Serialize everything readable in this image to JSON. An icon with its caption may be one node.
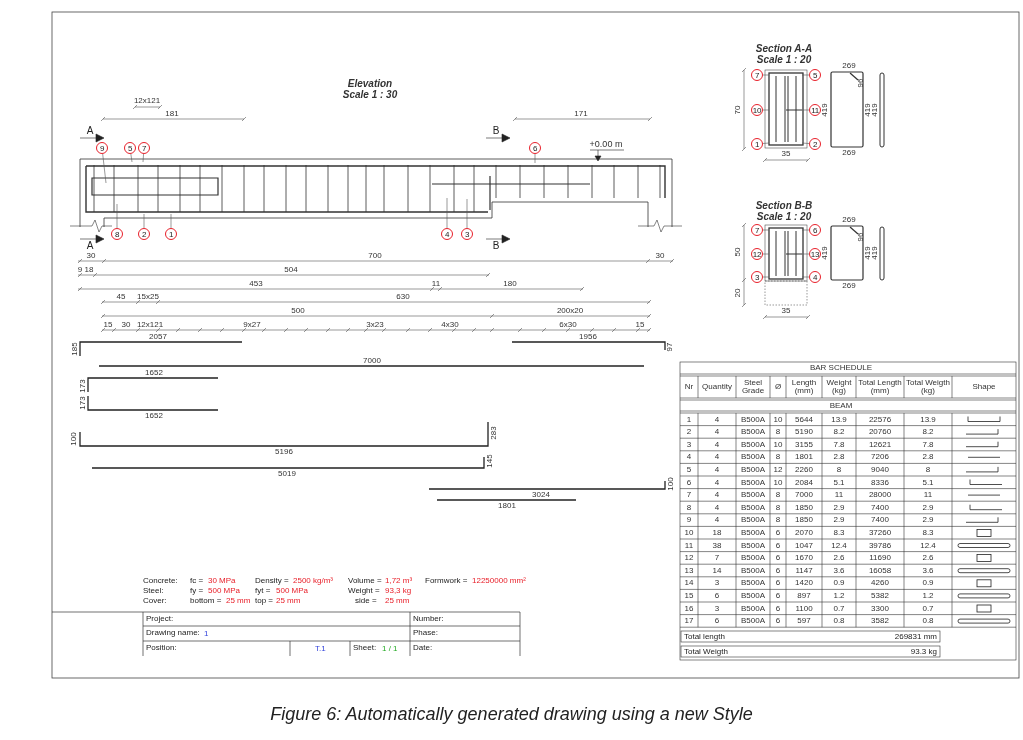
{
  "diagram": {
    "caption": "Figure 6: Automatically generated drawing using a new Style",
    "nodes": [
      {
        "text": [
          "9"
        ]
      },
      {
        "text": [
          "5"
        ]
      },
      {
        "text": [
          "7"
        ]
      },
      {
        "text": [
          "6"
        ]
      },
      {
        "text": [
          "8"
        ]
      },
      {
        "text": [
          "2"
        ]
      },
      {
        "text": [
          "1"
        ]
      },
      {
        "text": [
          "4"
        ]
      },
      {
        "text": [
          "3"
        ]
      },
      {
        "text": [
          "7"
        ]
      },
      {
        "text": [
          "5"
        ]
      },
      {
        "text": [
          "10"
        ]
      },
      {
        "text": [
          "11"
        ]
      },
      {
        "text": [
          "1"
        ]
      },
      {
        "text": [
          "2"
        ]
      },
      {
        "text": [
          "7"
        ]
      },
      {
        "text": [
          "6"
        ]
      },
      {
        "text": [
          "12"
        ]
      },
      {
        "text": [
          "13"
        ]
      },
      {
        "text": [
          "3"
        ]
      },
      {
        "text": [
          "4"
        ]
      }
    ],
    "edges": [
      {
        "from": 0,
        "to": null,
        "arrow": "none"
      },
      {
        "from": 1,
        "to": null,
        "arrow": "none"
      },
      {
        "from": 2,
        "to": null,
        "arrow": "none"
      },
      {
        "from": 3,
        "to": null,
        "arrow": "none"
      },
      {
        "from": 4,
        "to": null,
        "arrow": "none"
      },
      {
        "from": 5,
        "to": null,
        "arrow": "none"
      },
      {
        "from": 6,
        "to": null,
        "arrow": "none"
      },
      {
        "from": 7,
        "to": null,
        "arrow": "none"
      },
      {
        "from": 8,
        "to": null,
        "arrow": "none"
      },
      {
        "from": 9,
        "to": null,
        "arrow": "none"
      },
      {
        "from": 10,
        "to": null,
        "arrow": "none"
      },
      {
        "from": 11,
        "to": null,
        "arrow": "none"
      },
      {
        "from": 12,
        "to": null,
        "arrow": "none"
      },
      {
        "from": 13,
        "to": null,
        "arrow": "none"
      },
      {
        "from": 14,
        "to": null,
        "arrow": "none"
      },
      {
        "from": 15,
        "to": null,
        "arrow": "none"
      },
      {
        "from": 16,
        "to": null,
        "arrow": "none"
      },
      {
        "from": 17,
        "to": null,
        "arrow": "none"
      },
      {
        "from": 18,
        "to": null,
        "arrow": "none"
      },
      {
        "from": 19,
        "to": null,
        "arrow": "none"
      },
      {
        "from": 20,
        "to": null,
        "arrow": "none"
      }
    ],
    "labels": [
      "Elevation",
      "Scale 1 : 30",
      "12x121",
      "181",
      "171",
      "A",
      "B",
      "+0.00 m",
      "A",
      "B",
      "Section A-A",
      "Scale 1 : 20",
      "269",
      "96",
      "70",
      "419",
      "419",
      "419",
      "35",
      "269",
      "Section B-B",
      "Scale 1 : 20",
      "269",
      "96",
      "50",
      "419",
      "419",
      "419",
      "269",
      "20",
      "35",
      "30",
      "700",
      "30",
      "9",
      "18",
      "504",
      "453",
      "11",
      "180",
      "45",
      "15x25",
      "630",
      "500",
      "200x20",
      "15",
      "30",
      "12x121",
      "9x27",
      "3x23",
      "4x30",
      "6x30",
      "15",
      "2057",
      "185",
      "1956",
      "97",
      "7000",
      "1652",
      "173",
      "173",
      "1652",
      "100",
      "283",
      "5196",
      "145",
      "5019",
      "100",
      "3024",
      "1801",
      "BAR SCHEDULE",
      "Nr",
      "Quantity",
      "Steel Grade",
      "Ø",
      "Length (mm)",
      "Weight (kg)",
      "Total Length (mm)",
      "Total Weigth (kg)",
      "Shape",
      "BEAM",
      "1",
      "4",
      "B500A",
      "10",
      "5644",
      "13.9",
      "22576",
      "13.9",
      "2",
      "4",
      "B500A",
      "8",
      "5190",
      "8.2",
      "20760",
      "8.2",
      "3",
      "4",
      "B500A",
      "10",
      "3155",
      "7.8",
      "12621",
      "7.8",
      "4",
      "4",
      "B500A",
      "8",
      "1801",
      "2.8",
      "7206",
      "2.8",
      "5",
      "4",
      "B500A",
      "12",
      "2260",
      "8",
      "9040",
      "8",
      "6",
      "4",
      "B500A",
      "10",
      "2084",
      "5.1",
      "8336",
      "5.1",
      "7",
      "4",
      "B500A",
      "8",
      "7000",
      "11",
      "28000",
      "11",
      "8",
      "4",
      "B500A",
      "8",
      "1850",
      "2.9",
      "7400",
      "2.9",
      "9",
      "4",
      "B500A",
      "8",
      "1850",
      "2.9",
      "7400",
      "2.9",
      "10",
      "18",
      "B500A",
      "6",
      "2070",
      "8.3",
      "37260",
      "8.3",
      "11",
      "38",
      "B500A",
      "6",
      "1047",
      "12.4",
      "39786",
      "12.4",
      "12",
      "7",
      "B500A",
      "6",
      "1670",
      "2.6",
      "11690",
      "2.6",
      "13",
      "14",
      "B500A",
      "6",
      "1147",
      "3.6",
      "16058",
      "3.6",
      "14",
      "3",
      "B500A",
      "6",
      "1420",
      "0.9",
      "4260",
      "0.9",
      "15",
      "6",
      "B500A",
      "6",
      "897",
      "1.2",
      "5382",
      "1.2",
      "16",
      "3",
      "B500A",
      "6",
      "1100",
      "0.7",
      "3300",
      "0.7",
      "17",
      "6",
      "B500A",
      "6",
      "597",
      "0.8",
      "3582",
      "0.8",
      "Total length",
      "269831 mm",
      "Total Weigth",
      "93.3 kg",
      "Concrete:",
      "fc =",
      "30 MPa",
      "Density =",
      "2500 kg/m³",
      "Volume =",
      "1,72 m³",
      "Formwork =",
      "12250000 mm²",
      "Steel:",
      "fy =",
      "500 MPa",
      "fyt =",
      "500 MPa",
      "Weight =",
      "93,3 kg",
      "Cover:",
      "bottom =",
      "25 mm",
      "top =",
      "25 mm",
      "side =",
      "25 mm",
      "Project:",
      "Number:",
      "Drawing name:",
      "1",
      "Phase:",
      "Position:",
      "T.1",
      "Sheet:",
      "1 / 1",
      "Date:"
    ]
  }
}
